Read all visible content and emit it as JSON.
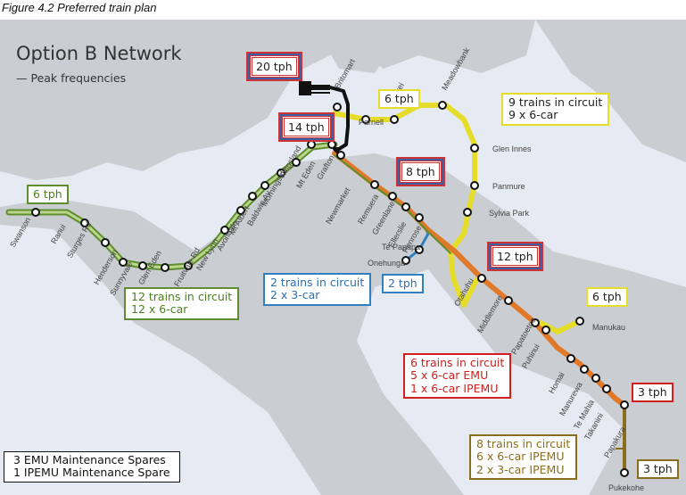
{
  "caption": "Figure 4.2 Preferred train plan",
  "legend": {
    "title": "Option B Network",
    "subtitle": "— Peak frequencies"
  },
  "colors": {
    "water": "#e4e9f1",
    "land": "#c9cdd3",
    "western": "#5f8d2f",
    "western_fill": "#b9d68a",
    "eastern": "#e6dd2a",
    "southern": "#e07a2a",
    "onehunga": "#2f7fc1",
    "pukekohe": "#8a6d1e",
    "core": "#111111"
  },
  "frequency_badges": [
    {
      "id": "central",
      "text": "20 tph"
    },
    {
      "id": "grafton",
      "text": "14 tph"
    },
    {
      "id": "newmarket",
      "text": "8 tph"
    },
    {
      "id": "southern",
      "text": "12 tph"
    }
  ],
  "line_boxes": [
    {
      "id": "western-tph",
      "text": "6 tph",
      "color": "#5f8d2f"
    },
    {
      "id": "eastern-tph",
      "text": "6 tph",
      "color": "#e6dd2a"
    },
    {
      "id": "onehunga-tph",
      "text": "2 tph",
      "color": "#2f7fc1"
    },
    {
      "id": "manukau-tph",
      "text": "6 tph",
      "color": "#e6dd2a"
    },
    {
      "id": "southern-tph",
      "text": "3 tph",
      "color": "#d22"
    },
    {
      "id": "pukekohe-tph",
      "text": "3 tph",
      "color": "#8a6d1e"
    }
  ],
  "circuits": {
    "eastern": {
      "lines": [
        "9 trains in circuit",
        "9 x 6-car"
      ],
      "color": "#222",
      "border": "#e6dd2a"
    },
    "western": {
      "lines": [
        "12 trains in circuit",
        "12 x 6-car"
      ],
      "color": "#4d7f22",
      "border": "#5f8d2f"
    },
    "onehunga": {
      "lines": [
        "2 trains in circuit",
        "2 x 3-car"
      ],
      "color": "#2f6fb1",
      "border": "#2f7fc1"
    },
    "southern": {
      "lines": [
        "6 trains in circuit",
        "5 x 6-car EMU",
        "1 x 6-car IPEMU"
      ],
      "color": "#d21e1e",
      "border": "#d21e1e"
    },
    "pukekohe": {
      "lines": [
        "8 trains in circuit",
        "6 x 6-car IPEMU",
        "2 x 3-car IPEMU"
      ],
      "color": "#8a6d1e",
      "border": "#8a6d1e"
    },
    "spares": {
      "lines": [
        "3 EMU Maintenance Spares",
        "1 IPEMU Maintenance Spare"
      ],
      "color": "#111",
      "border": "#111"
    }
  },
  "stations": [
    {
      "name": "Britomart",
      "angle": -60
    },
    {
      "name": "Parnell",
      "angle": 0
    },
    {
      "name": "Orakei",
      "angle": -60
    },
    {
      "name": "Meadowbank",
      "angle": -60
    },
    {
      "name": "Glen Innes",
      "angle": 0
    },
    {
      "name": "Panmure",
      "angle": 0
    },
    {
      "name": "Sylvia Park",
      "angle": 0
    },
    {
      "name": "Mt Eden",
      "angle": -60
    },
    {
      "name": "Grafton",
      "angle": -60
    },
    {
      "name": "Newmarket",
      "angle": -60
    },
    {
      "name": "Kingsland",
      "angle": -60
    },
    {
      "name": "Morningside",
      "angle": -60
    },
    {
      "name": "Baldwin Av",
      "angle": -60
    },
    {
      "name": "Mt Albert",
      "angle": -60
    },
    {
      "name": "Avondale",
      "angle": -60
    },
    {
      "name": "New Lynn",
      "angle": -60
    },
    {
      "name": "Fruitvale Rd",
      "angle": -60
    },
    {
      "name": "Glen Eden",
      "angle": -60
    },
    {
      "name": "Sunnyvale",
      "angle": -60
    },
    {
      "name": "Henderson",
      "angle": -60
    },
    {
      "name": "Sturges Rd",
      "angle": -60
    },
    {
      "name": "Ranui",
      "angle": -60
    },
    {
      "name": "Swanson",
      "angle": -60
    },
    {
      "name": "Remuera",
      "angle": -60
    },
    {
      "name": "Greenlane",
      "angle": -60
    },
    {
      "name": "Ellerslie",
      "angle": -60
    },
    {
      "name": "Penrose",
      "angle": -60
    },
    {
      "name": "Te Papapa",
      "angle": 0
    },
    {
      "name": "Onehunga",
      "angle": 0
    },
    {
      "name": "Otahuhu",
      "angle": -60
    },
    {
      "name": "Middlemore",
      "angle": -60
    },
    {
      "name": "Papatoetoe",
      "angle": -60
    },
    {
      "name": "Puhinui",
      "angle": -60
    },
    {
      "name": "Manukau",
      "angle": 0
    },
    {
      "name": "Homai",
      "angle": -60
    },
    {
      "name": "Manurewa",
      "angle": -60
    },
    {
      "name": "Te Mahia",
      "angle": -60
    },
    {
      "name": "Takanini",
      "angle": -60
    },
    {
      "name": "Papakura",
      "angle": -60
    },
    {
      "name": "Pukekohe",
      "angle": 0
    }
  ]
}
